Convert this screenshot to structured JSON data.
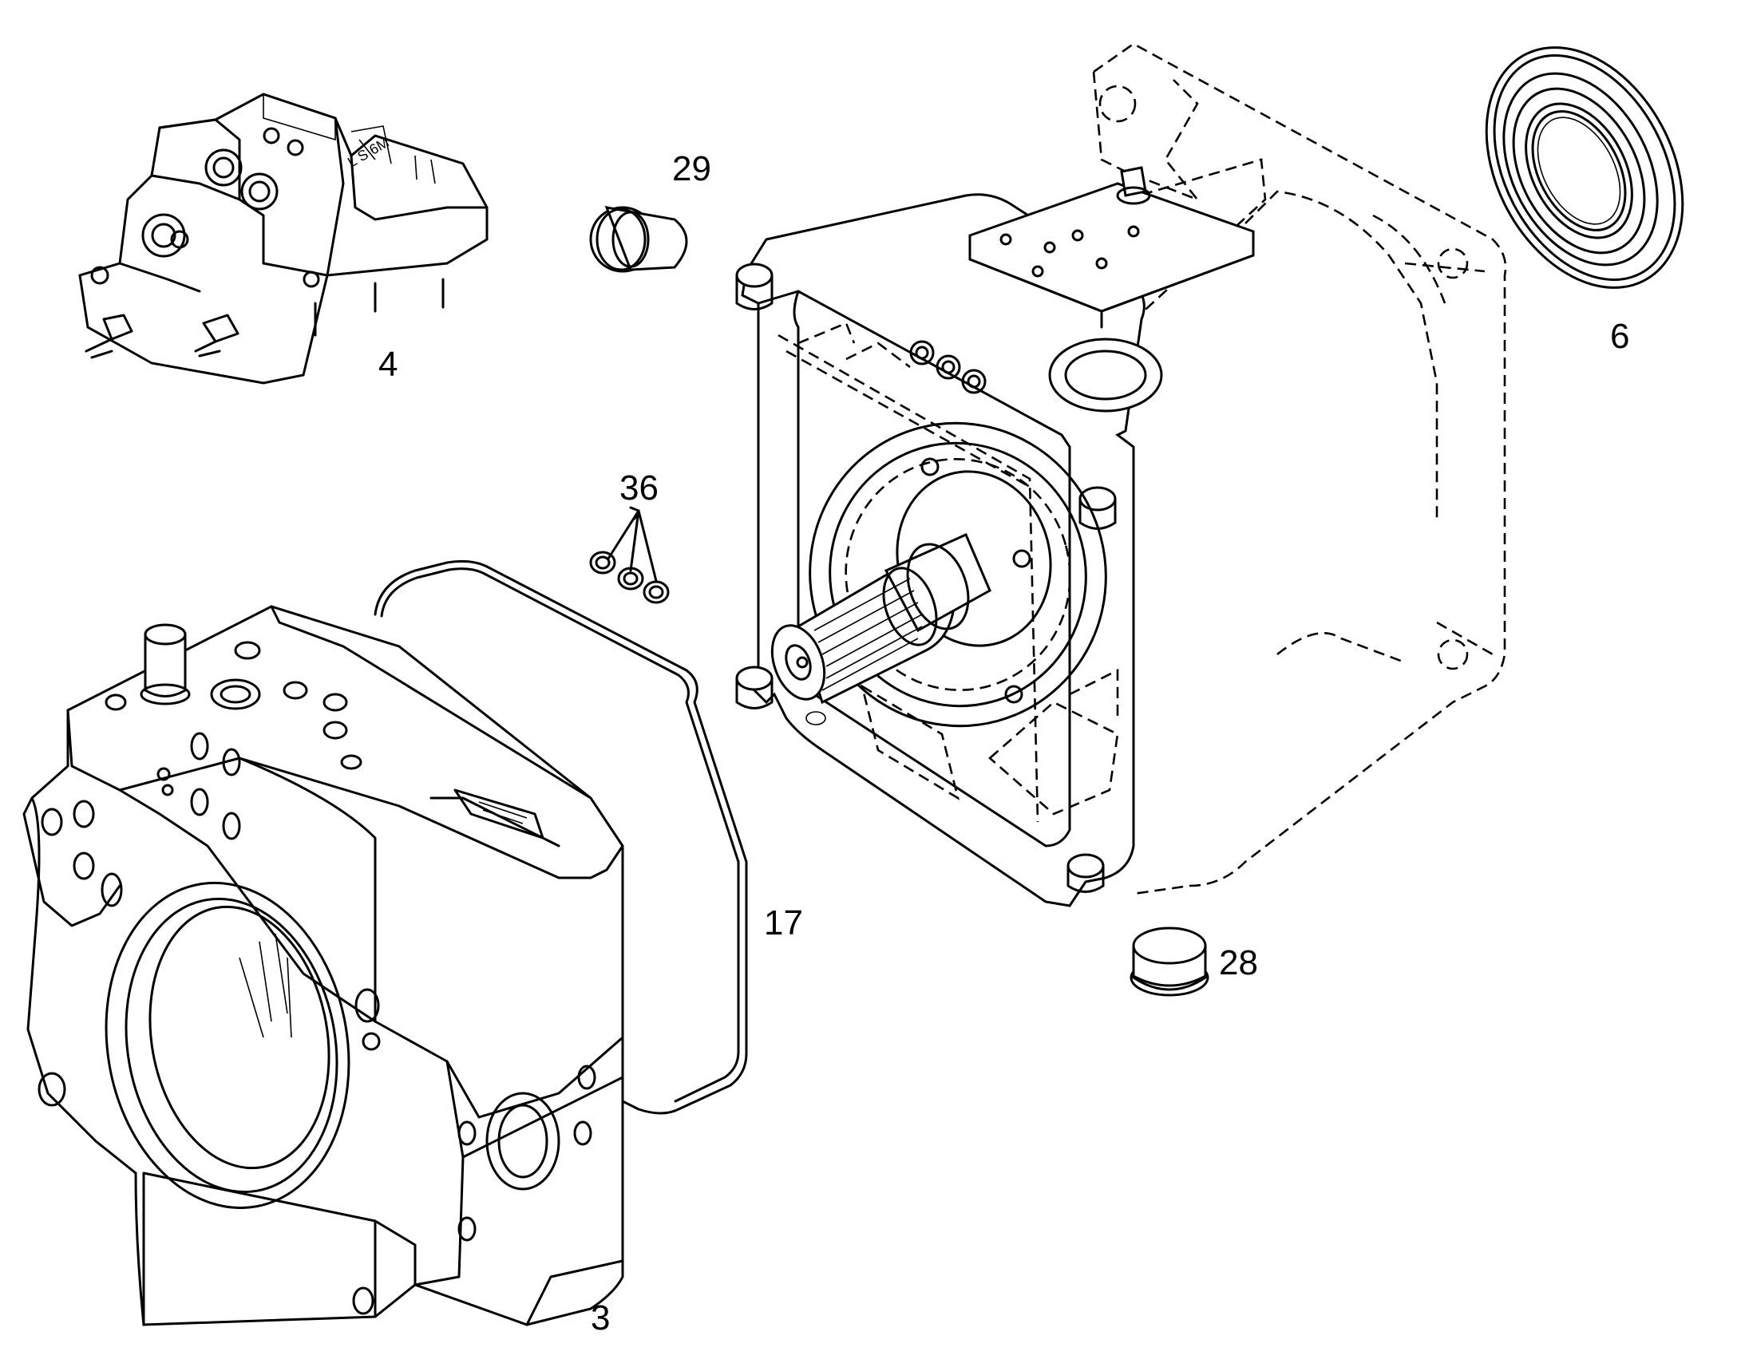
{
  "callouts": {
    "p29": "29",
    "p4": "4",
    "p6": "6",
    "p36": "36",
    "p17": "17",
    "p28": "28",
    "p3": "3"
  },
  "colors": {
    "line": "#000000",
    "background": "#ffffff"
  }
}
